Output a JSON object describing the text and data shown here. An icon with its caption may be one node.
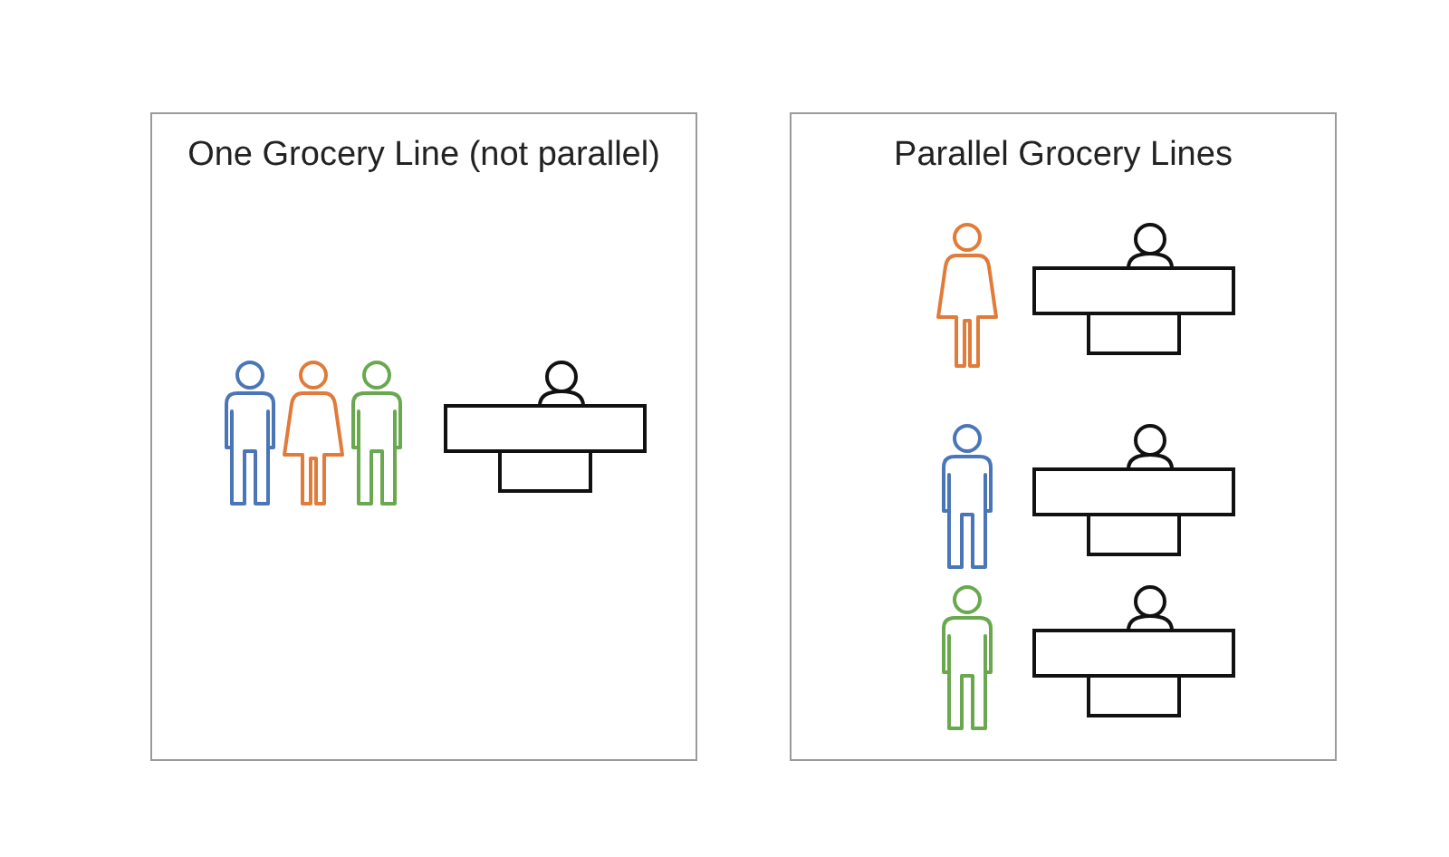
{
  "diagram": {
    "nodes": [
      {
        "text": [
          "One Grocery Line (not parallel)"
        ]
      },
      {
        "text": [],
        "shape": "person",
        "in": 0
      },
      {
        "text": [],
        "shape": "person",
        "in": 0
      },
      {
        "text": [],
        "shape": "person",
        "in": 0
      },
      {
        "text": [],
        "shape": "picture",
        "in": 0
      },
      {
        "text": [
          "Parallel Grocery Lines"
        ]
      },
      {
        "text": [],
        "shape": "person",
        "in": 5
      },
      {
        "text": [],
        "shape": "picture",
        "in": 5
      },
      {
        "text": [],
        "shape": "person",
        "in": 5
      },
      {
        "text": [],
        "shape": "picture",
        "in": 5
      },
      {
        "text": [],
        "shape": "person",
        "in": 5
      },
      {
        "text": [],
        "shape": "picture",
        "in": 5
      }
    ]
  }
}
